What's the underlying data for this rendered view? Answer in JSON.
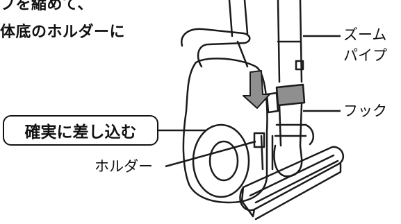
{
  "instruction": {
    "line1": "プを縮めて、",
    "line2": "体底のホルダーに"
  },
  "callout_text": "確実に差し込む",
  "labels": {
    "zoom_pipe_line1": "ズーム",
    "zoom_pipe_line2": "パイプ",
    "hook": "フック",
    "holder": "ホルダー"
  },
  "colors": {
    "line": "#1a1a1a",
    "hook_fill": "#8f8f8f",
    "arrow_fill": "#8f8f8f",
    "background": "#ffffff"
  }
}
